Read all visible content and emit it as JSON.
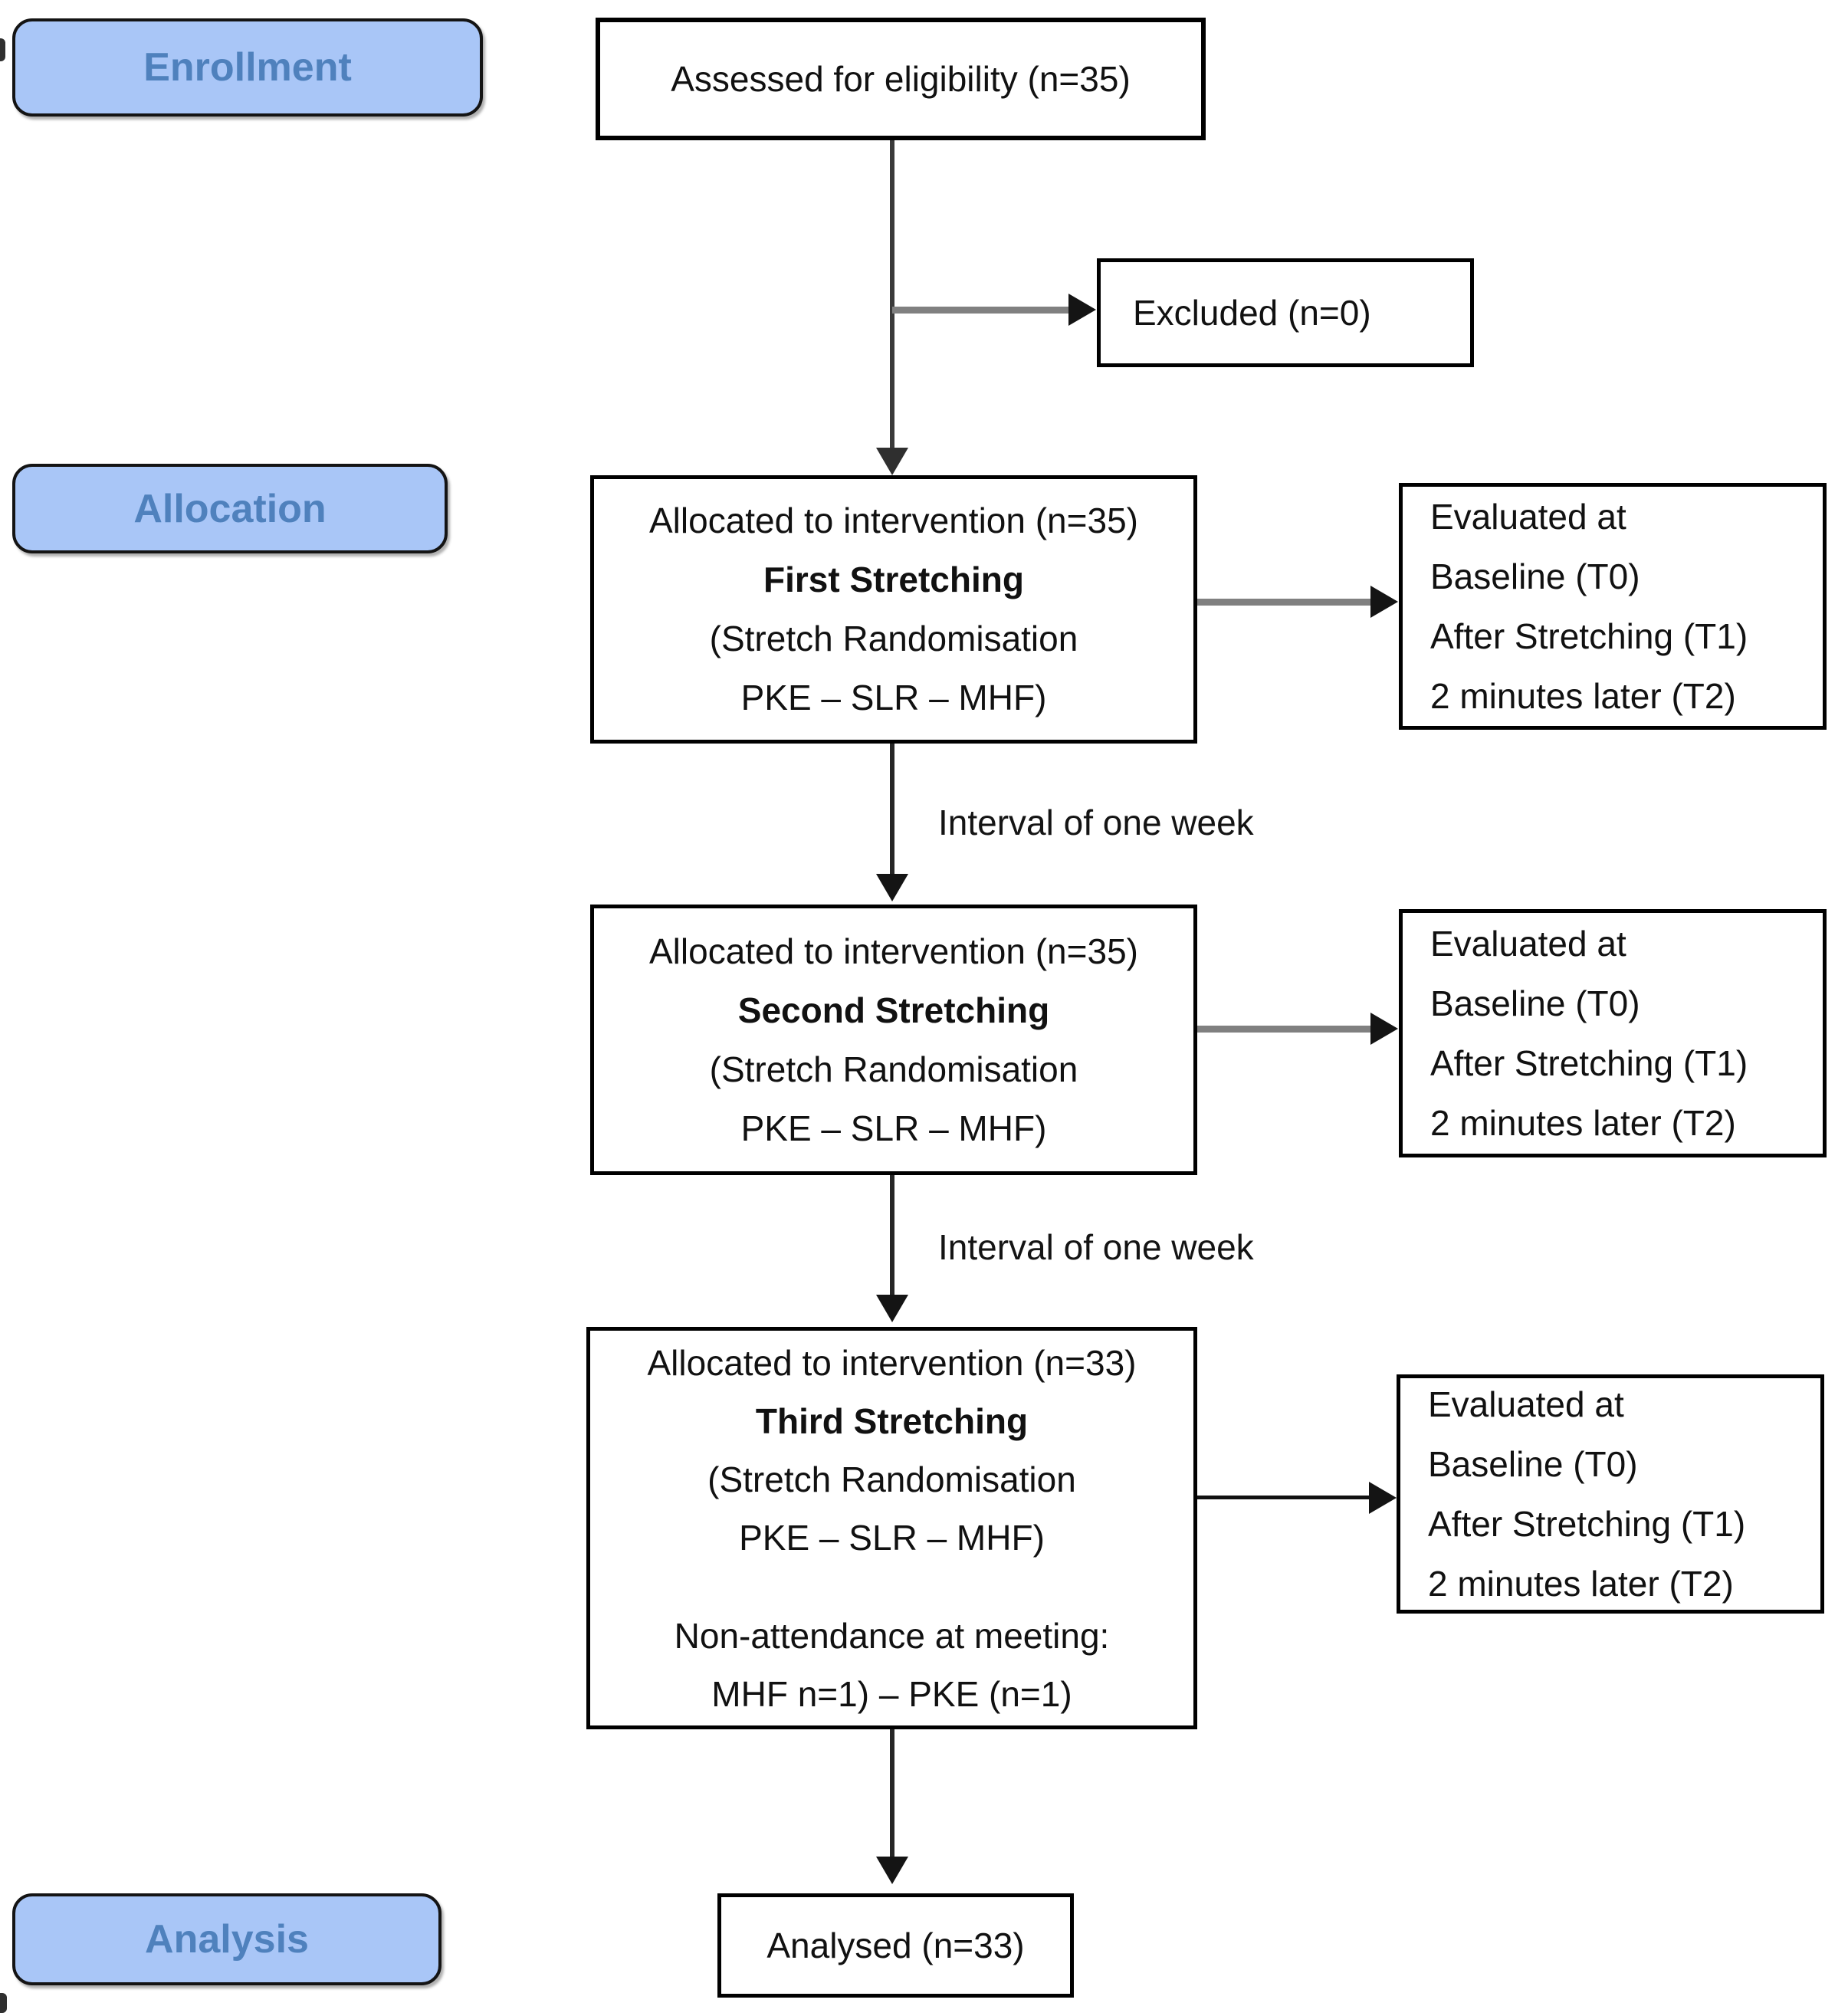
{
  "diagram": {
    "colors": {
      "stage_fill": "#a9c6f7",
      "stage_text": "#4f81bd",
      "box_border": "#000000",
      "connector_gray": "#808080",
      "connector_black": "#141414"
    },
    "stage_labels": [
      {
        "label": "Enrollment"
      },
      {
        "label": "Allocation"
      },
      {
        "label": "Analysis"
      }
    ],
    "edge_labels": {
      "interval_1": "Interval of one week",
      "interval_2": "Interval of one week"
    },
    "boxes": {
      "assessed": {
        "lines": [
          "Assessed for eligibility (n=35)"
        ]
      },
      "excluded": {
        "lines": [
          "Excluded (n=0)"
        ]
      },
      "allocation_first": {
        "lines": [
          "Allocated to intervention (n=35)",
          "First Stretching",
          "(Stretch Randomisation",
          "PKE – SLR – MHF)"
        ]
      },
      "evaluated_first": {
        "lines": [
          "Evaluated at",
          "Baseline (T0)",
          "After Stretching (T1)",
          "2 minutes later (T2)"
        ]
      },
      "allocation_second": {
        "lines": [
          "Allocated to intervention (n=35)",
          "Second Stretching",
          "(Stretch Randomisation",
          "PKE – SLR – MHF)"
        ]
      },
      "evaluated_second": {
        "lines": [
          "Evaluated at",
          "Baseline (T0)",
          "After Stretching (T1)",
          "2 minutes later (T2)"
        ]
      },
      "allocation_third": {
        "lines": [
          "Allocated to intervention (n=33)",
          "Third Stretching",
          "(Stretch Randomisation",
          "PKE – SLR – MHF)",
          "Non-attendance at meeting:",
          "MHF n=1) – PKE (n=1)"
        ]
      },
      "evaluated_third": {
        "lines": [
          "Evaluated at",
          "Baseline (T0)",
          "After Stretching (T1)",
          "2 minutes later (T2)"
        ]
      },
      "analysed": {
        "lines": [
          "Analysed (n=33)"
        ]
      }
    }
  }
}
